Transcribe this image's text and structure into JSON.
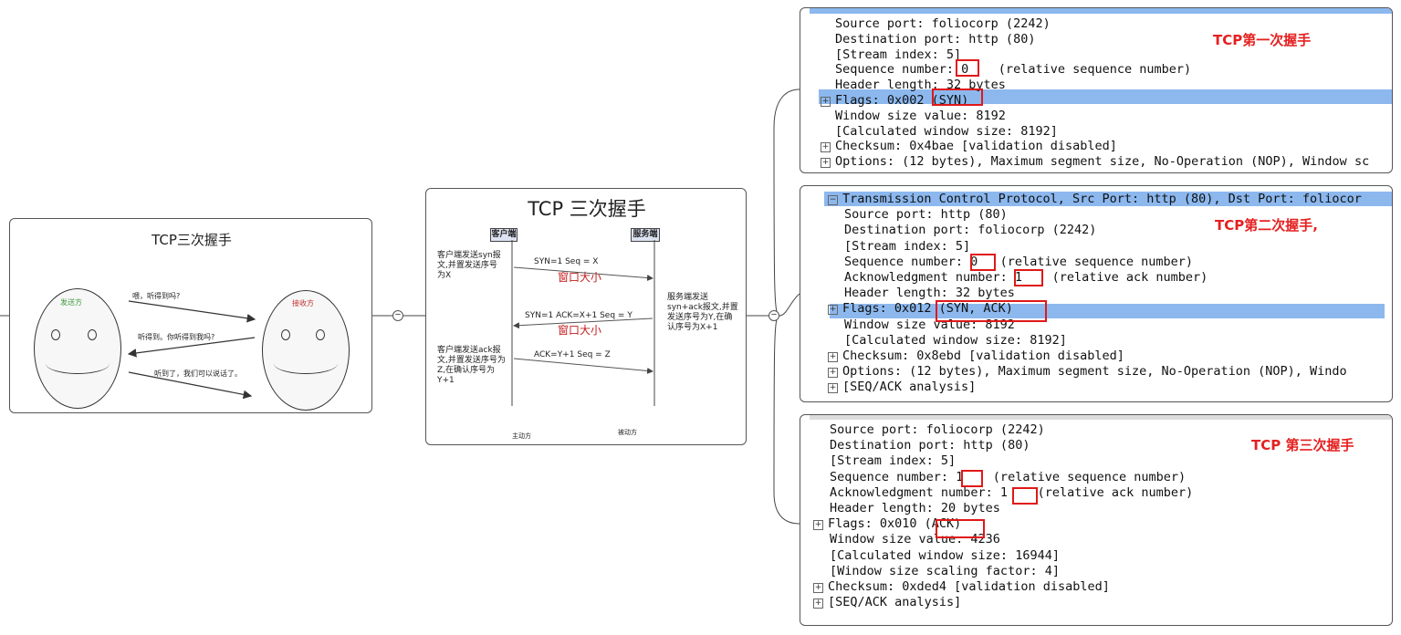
{
  "mindmap": {
    "root": {
      "title": "TCP三次握手",
      "sender_label": "发送方",
      "receiver_label": "接收方",
      "msg1": "喂，听得到吗?",
      "msg2": "听得到。你听得到我吗?",
      "msg3": "听到了，我们可以说话了。"
    },
    "diagram": {
      "title": "TCP 三次握手",
      "client": "客户端",
      "server": "服务端",
      "client_note1": "客户端发送syn报文,并置发送序号为X",
      "step1": "SYN=1  Seq = X",
      "window1": "窗口大小",
      "server_note": "服务端发送syn+ack报文,并置发送序号为Y,在确认序号为X+1",
      "step2": "SYN=1  ACK=X+1 Seq = Y",
      "window2": "窗口大小",
      "client_note2": "客户端发送ack报文,并置发送序号为Z,在确认序号为Y+1",
      "step3": "ACK=Y+1 Seq = Z",
      "active": "主动方",
      "passive": "被动方"
    },
    "handshakes": [
      {
        "annotation": "TCP第一次握手",
        "lines": [
          {
            "text": "Source port: foliocorp (2242)",
            "expand": false
          },
          {
            "text": "Destination port: http (80)",
            "expand": false
          },
          {
            "text": "[Stream index: 5]",
            "expand": false
          },
          {
            "text": "Sequence number: 0    (relative sequence number)",
            "expand": false
          },
          {
            "text": "Header length: 32 bytes",
            "expand": false
          },
          {
            "text": "Flags: 0x002 (SYN)",
            "expand": true
          },
          {
            "text": "Window size value: 8192",
            "expand": false
          },
          {
            "text": "[Calculated window size: 8192]",
            "expand": false
          },
          {
            "text": "Checksum: 0x4bae [validation disabled]",
            "expand": true
          },
          {
            "text": "Options: (12 bytes), Maximum segment size, No-Operation (NOP), Window sc",
            "expand": true
          }
        ]
      },
      {
        "annotation": "TCP第二次握手,",
        "lines": [
          {
            "text": "Transmission Control Protocol, Src Port: http (80), Dst Port: foliocor",
            "expand": true
          },
          {
            "text": "Source port: http (80)",
            "expand": false
          },
          {
            "text": "Destination port: foliocorp (2242)",
            "expand": false
          },
          {
            "text": "[Stream index: 5]",
            "expand": false
          },
          {
            "text": "Sequence number: 0   (relative sequence number)",
            "expand": false
          },
          {
            "text": "Acknowledgment number: 1    (relative ack number)",
            "expand": false
          },
          {
            "text": "Header length: 32 bytes",
            "expand": false
          },
          {
            "text": "Flags: 0x012 (SYN, ACK)",
            "expand": true
          },
          {
            "text": "Window size value: 8192",
            "expand": false
          },
          {
            "text": "[Calculated window size: 8192]",
            "expand": false
          },
          {
            "text": "Checksum: 0x8ebd [validation disabled]",
            "expand": true
          },
          {
            "text": "Options: (12 bytes), Maximum segment size, No-Operation (NOP), Windo",
            "expand": true
          },
          {
            "text": "[SEQ/ACK analysis]",
            "expand": true
          }
        ]
      },
      {
        "annotation": "TCP 第三次握手",
        "lines": [
          {
            "text": "Source port: foliocorp (2242)",
            "expand": false
          },
          {
            "text": "Destination port: http (80)",
            "expand": false
          },
          {
            "text": "[Stream index: 5]",
            "expand": false
          },
          {
            "text": "Sequence number: 1    (relative sequence number)",
            "expand": false
          },
          {
            "text": "Acknowledgment number: 1    (relative ack number)",
            "expand": false
          },
          {
            "text": "Header length: 20 bytes",
            "expand": false
          },
          {
            "text": "Flags: 0x010 (ACK)",
            "expand": true
          },
          {
            "text": "Window size value: 4236",
            "expand": false
          },
          {
            "text": "[Calculated window size: 16944]",
            "expand": false
          },
          {
            "text": "[Window size scaling factor: 4]",
            "expand": false
          },
          {
            "text": "Checksum: 0xded4 [validation disabled]",
            "expand": true
          },
          {
            "text": "[SEQ/ACK analysis]",
            "expand": true
          }
        ]
      }
    ]
  },
  "colors": {
    "highlight": "#8cb8ee",
    "annotation_red": "#e52020"
  }
}
